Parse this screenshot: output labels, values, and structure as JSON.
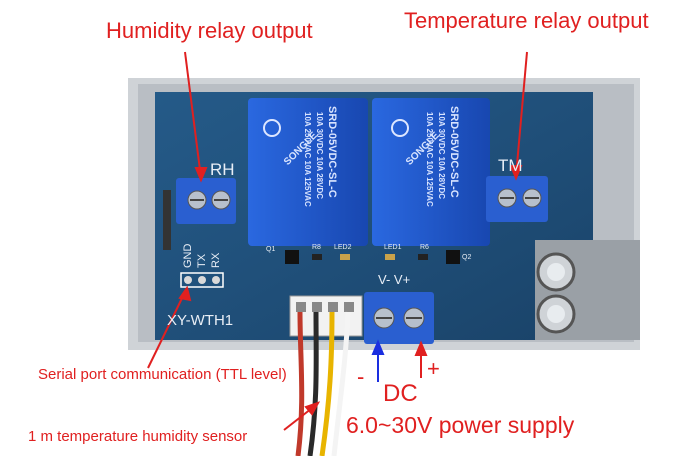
{
  "annotations": {
    "humidity_relay": "Humidity relay output",
    "temperature_relay": "Temperature relay output",
    "serial_port": "Serial port communication (TTL level)",
    "sensor": "1 m temperature humidity sensor",
    "dc_minus": "-",
    "dc_plus": "+",
    "dc": "DC",
    "power_supply": "6.0~30V power supply"
  },
  "board": {
    "model": "XY-WTH1",
    "rh": "RH",
    "tm": "TM",
    "gnd": "GND",
    "tx": "TX",
    "rx": "RX",
    "vin": "V- V+",
    "q1": "Q1",
    "q2": "Q2",
    "r8": "R8",
    "r6": "R6",
    "led1": "LED1",
    "led2": "LED2"
  },
  "relays": {
    "brand": "SONGLE",
    "part": "SRD-05VDC-SL-C",
    "rating1": "10A 250VAC 10A 125VAC",
    "rating2": "10A 30VDC 10A 28VDC"
  },
  "colors": {
    "annotation": "#e02020",
    "arrow_blue": "#1a2ee0",
    "board": "#1f4f7a",
    "relay": "#1e55c8",
    "terminal": "#2a5fd0"
  }
}
